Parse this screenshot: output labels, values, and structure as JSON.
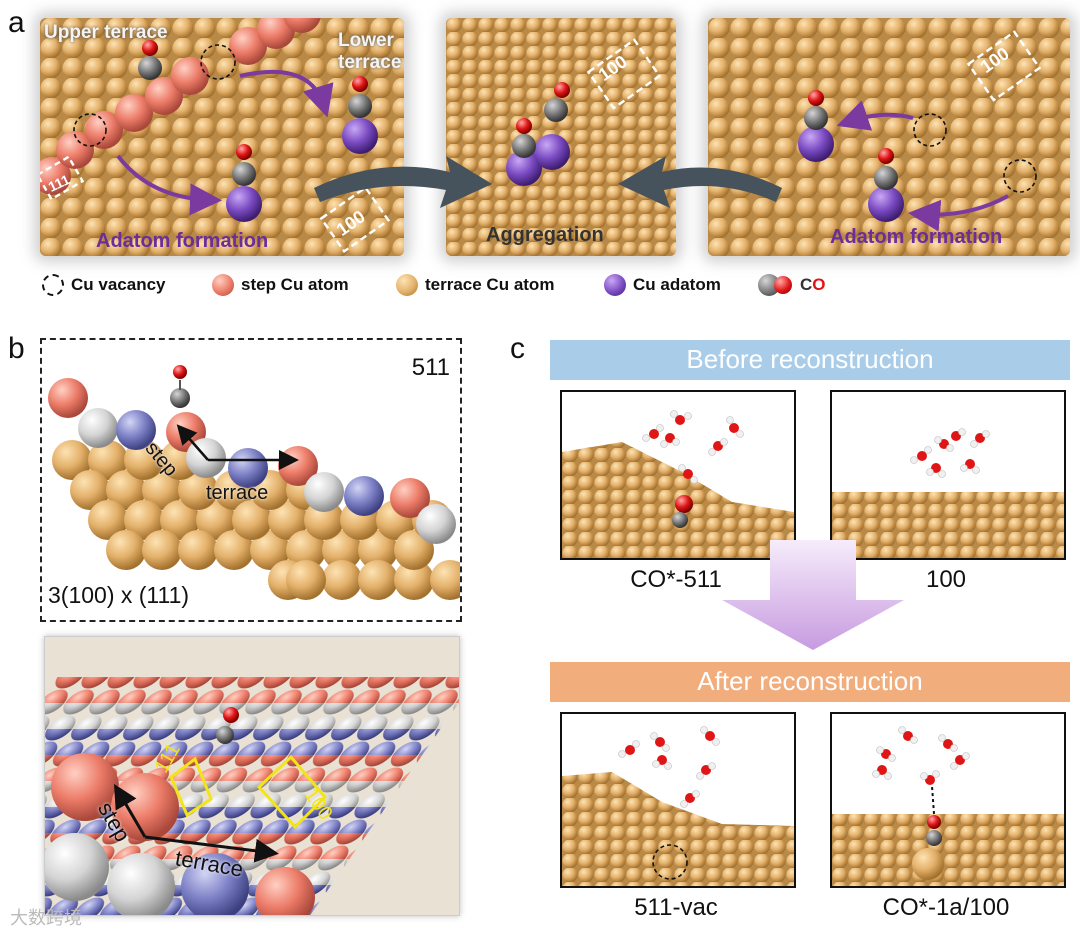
{
  "panel_a": {
    "label": "a",
    "left_scene": {
      "upper_terrace": "Upper terrace",
      "lower_terrace": "Lower terrace",
      "facet_111": "111",
      "facet_100": "100",
      "adatom_formation": "Adatom formation"
    },
    "middle_scene": {
      "facet_100": "100",
      "aggregation": "Aggregation"
    },
    "right_scene": {
      "facet_100": "100",
      "adatom_formation": "Adatom formation"
    },
    "legend": {
      "cu_vacancy": "Cu vacancy",
      "step_cu_atom": "step Cu atom",
      "terrace_cu_atom": "terrace Cu atom",
      "cu_adatom": "Cu adatom",
      "co_c": "C",
      "co_o": "O"
    }
  },
  "panel_b": {
    "label": "b",
    "top": {
      "surface": "511",
      "step": "step",
      "terrace": "terrace",
      "notation": "3(100) x (111)"
    },
    "bottom": {
      "facet_111": "111",
      "facet_100": "100",
      "step": "step",
      "terrace": "terrace"
    }
  },
  "panel_c": {
    "label": "c",
    "before_banner": "Before reconstruction",
    "after_banner": "After reconstruction",
    "captions": [
      "CO*-511",
      "100",
      "511-vac",
      "CO*-1a/100"
    ]
  },
  "watermark": "大数跨境",
  "colors": {
    "cu_terrace": "#e3b06a",
    "cu_step": "#ec7b68",
    "cu_adatom": "#7b4bc2",
    "carbon": "#6f6f6f",
    "oxygen": "#e01515",
    "banner_before": "#a9cde8",
    "banner_after": "#f2ad7c",
    "arrow_purple": "#7a3aa0",
    "blue_atom": "#7b7fc4",
    "grey_atom": "#d4d4d4"
  }
}
